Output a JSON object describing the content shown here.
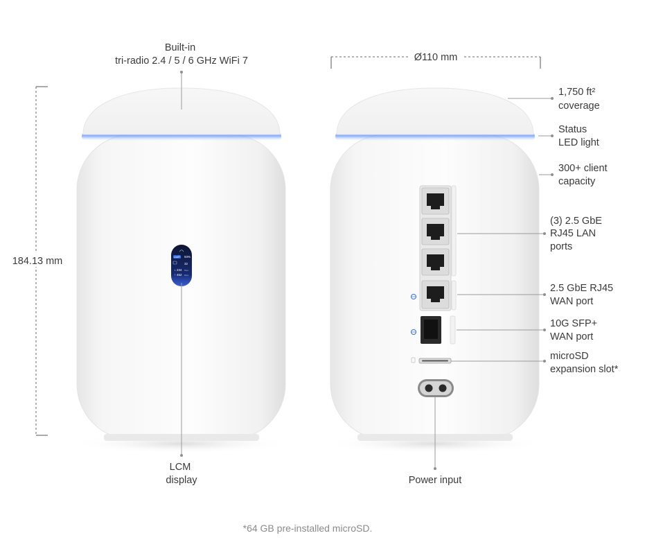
{
  "callouts": {
    "wifi": [
      "Built-in",
      "tri-radio 2.4 / 5 / 6 GHz WiFi 7"
    ],
    "height": "184.13 mm",
    "diameter": "Ø110 mm",
    "lcm": [
      "LCM",
      "display"
    ],
    "coverage": [
      "1,750 ft²",
      "coverage"
    ],
    "status_led": [
      "Status",
      "LED light"
    ],
    "clients": [
      "300+ client",
      "capacity"
    ],
    "lan_ports": [
      "(3) 2.5 GbE",
      "RJ45 LAN",
      "ports"
    ],
    "wan_port": [
      "2.5 GbE RJ45",
      "WAN port"
    ],
    "sfp_port": [
      "10G SFP+",
      "WAN port"
    ],
    "microsd": [
      "microSD",
      "expansion slot*"
    ],
    "power": "Power input"
  },
  "screen": {
    "title": "UniFi",
    "percent": "93%",
    "clients": "32",
    "download": "234",
    "upload": "452",
    "unit": "Mbps"
  },
  "footnote": "*64 GB pre-installed microSD.",
  "colors": {
    "led_glow": "#5a8cf0",
    "body": "#f4f4f4",
    "screen_bg": "#0c1436"
  }
}
